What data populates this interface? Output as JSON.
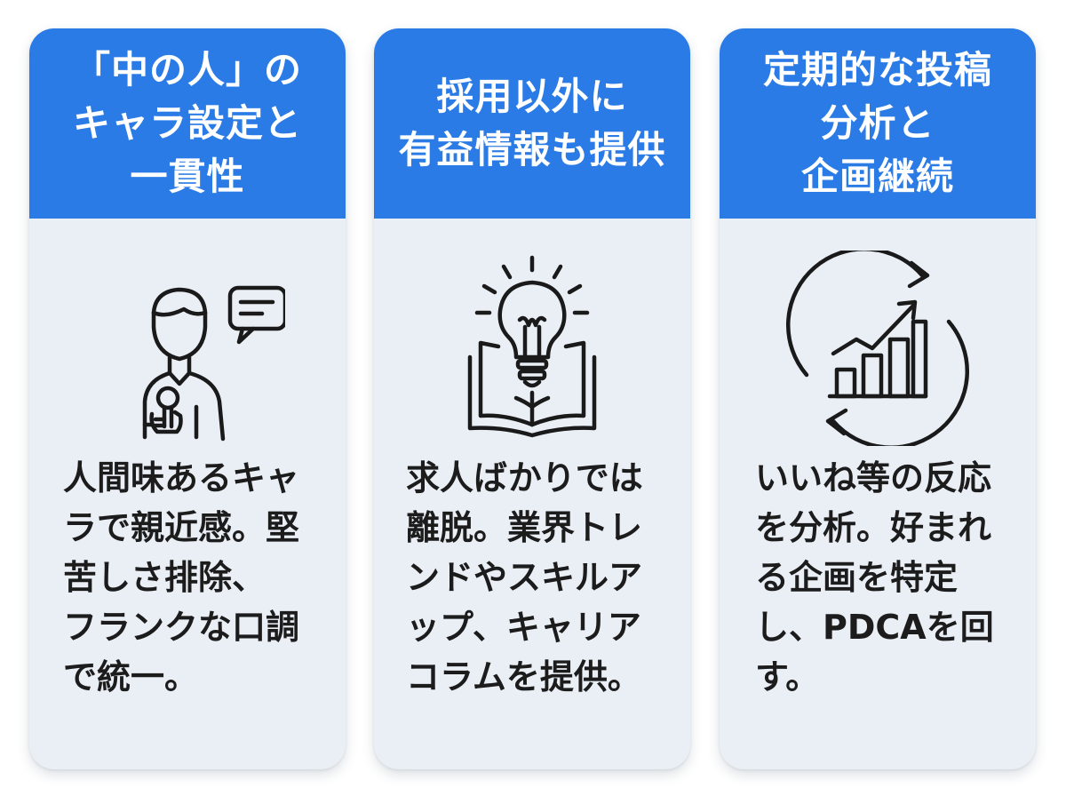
{
  "cards": [
    {
      "title": "「中の人」の\nキャラ設定と\n一貫性",
      "icon": "person-microphone-speech-bubble-icon",
      "body": "人間味あるキャ\nラで親近感。堅\n苦しさ排除、\nフランクな口調\nで統一。"
    },
    {
      "title": "採用以外に\n有益情報も提供",
      "icon": "lightbulb-book-icon",
      "body": "求人ばかりでは\n離脱。業界トレ\nンドやスキルア\nップ、キャリア\nコラムを提供。"
    },
    {
      "title": "定期的な投稿\n分析と\n企画継続",
      "icon": "cycle-arrows-bar-chart-icon",
      "body": "いいね等の反応\nを分析。好まれ\nる企画を特定\nし、PDCAを回\nす。"
    }
  ],
  "colors": {
    "header_blue": "#2b7be6",
    "card_background": "#eaeff6",
    "text_dark": "#1c1c1c",
    "icon_stroke": "#1a1a1a"
  }
}
